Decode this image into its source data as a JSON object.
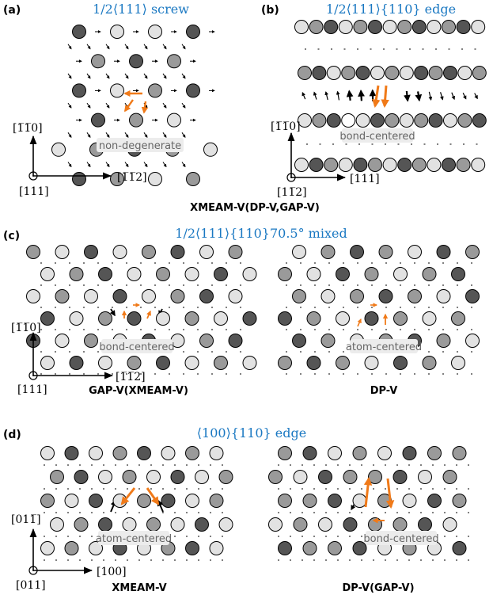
{
  "colors": {
    "accent": "#1a78c2",
    "arrow_highlight": "#f07a19",
    "atom_dark": "#555555",
    "atom_mid": "#9a9a9a",
    "atom_light": "#e2e2e2",
    "atom_white": "#ffffff",
    "label_bg": "#ececec"
  },
  "panels": [
    {
      "id": "a",
      "tag": "(a)",
      "title": "1/2⟨111⟩ screw",
      "annotation": "non-degenerate",
      "axes": {
        "vertical": "[1̅1̅0]",
        "horizontal": "[1̅1̅2]",
        "origin": "[111]"
      },
      "caption": "XMEAM-V(DP-V,GAP-V)"
    },
    {
      "id": "b",
      "tag": "(b)",
      "title": "1/2⟨111⟩{110} edge",
      "annotation": "bond-centered",
      "axes": {
        "vertical": "[1̅1̅0]",
        "horizontal": "[111]",
        "origin": "[11̅2]"
      }
    },
    {
      "id": "c",
      "tag": "(c)",
      "title": "1/2⟨111⟩{110}70.5° mixed",
      "annotation_left": "bond-centered",
      "annotation_right": "atom-centered",
      "axes": {
        "vertical": "[1̅1̅0]",
        "horizontal": "[1̅1̅2]",
        "origin": "[111]"
      },
      "caption_left": "GAP-V(XMEAM-V)",
      "caption_right": "DP-V"
    },
    {
      "id": "d",
      "tag": "(d)",
      "title": "⟨100⟩{110} edge",
      "annotation_left": "atom-centered",
      "annotation_right": "bond-centered",
      "axes": {
        "vertical": "[011̅]",
        "horizontal": "[100]",
        "origin": "[011]"
      },
      "caption_left": "XMEAM-V",
      "caption_right": "DP-V(GAP-V)"
    }
  ]
}
